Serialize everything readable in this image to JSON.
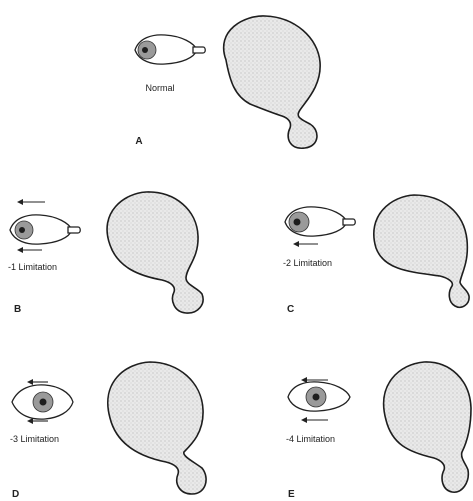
{
  "panels": [
    {
      "letter": "A",
      "caption": "Normal"
    },
    {
      "letter": "B",
      "caption": "-1 Limitation"
    },
    {
      "letter": "C",
      "caption": "-2 Limitation"
    },
    {
      "letter": "D",
      "caption": "-3 Limitation"
    },
    {
      "letter": "E",
      "caption": "-4 Limitation"
    }
  ]
}
